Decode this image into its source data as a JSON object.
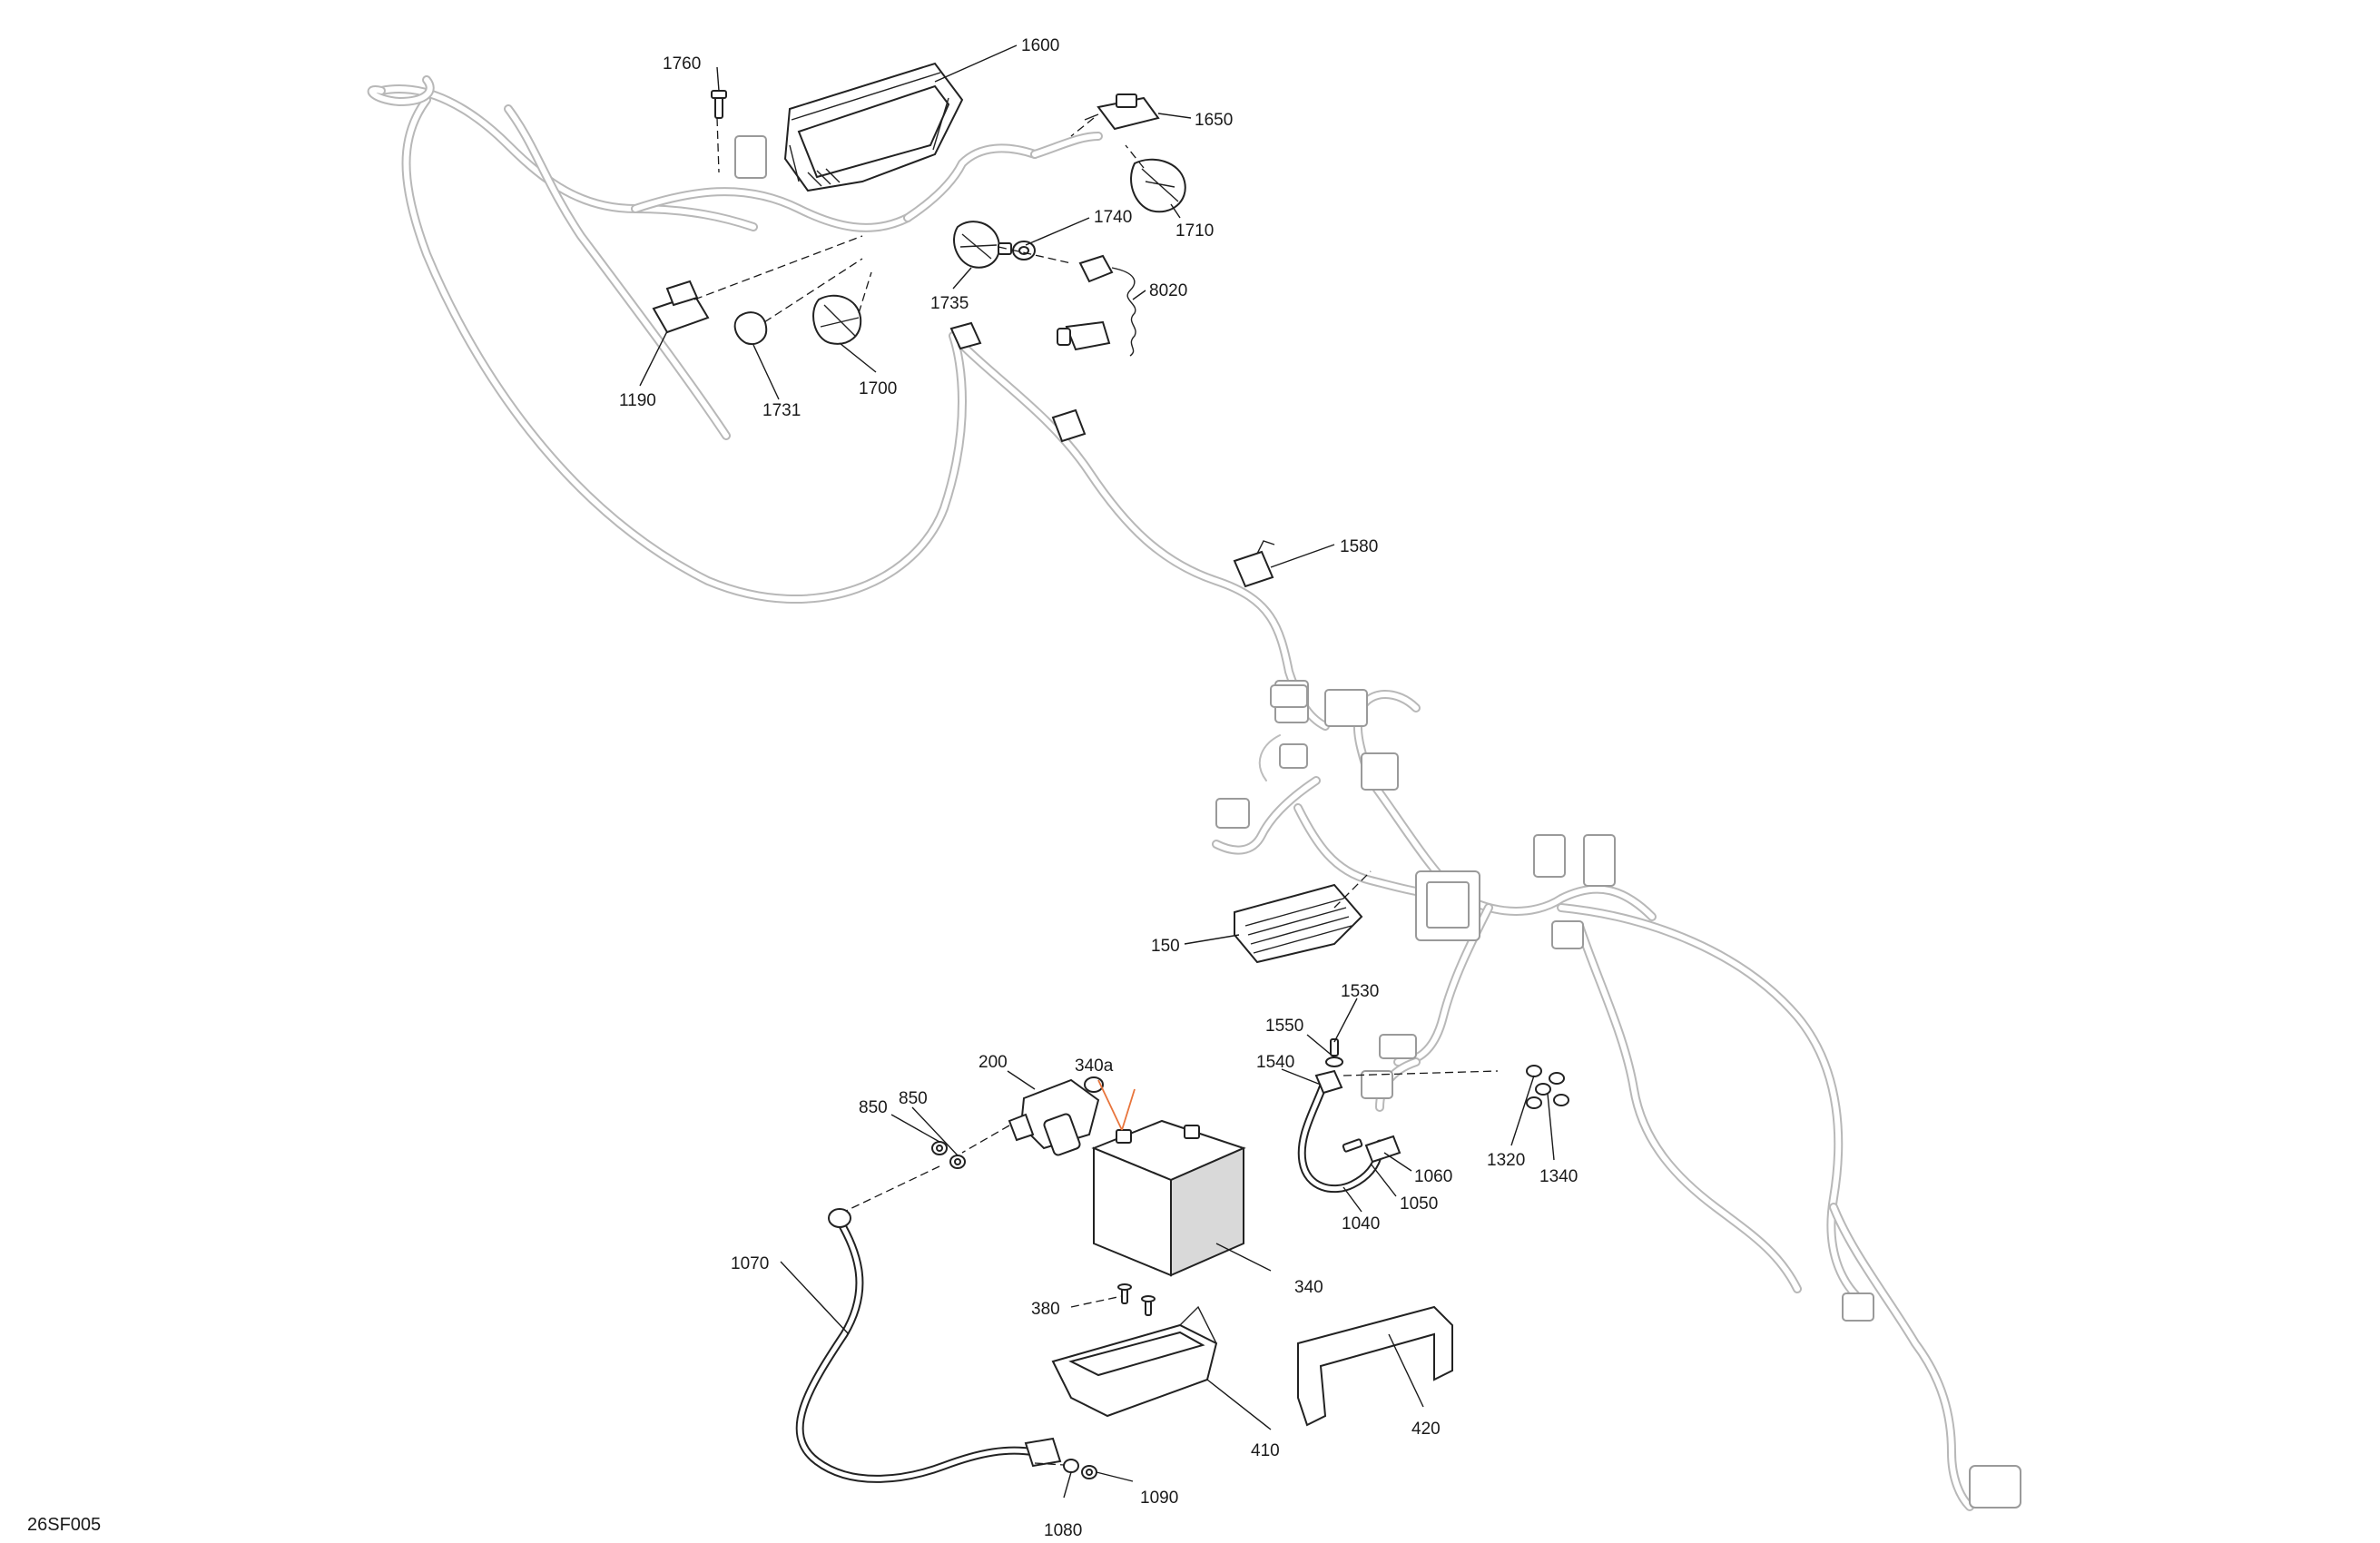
{
  "drawing": {
    "reference_code": "26SF005"
  },
  "callouts": [
    {
      "id": "c1760",
      "label": "1760"
    },
    {
      "id": "c1600",
      "label": "1600"
    },
    {
      "id": "c1650",
      "label": "1650"
    },
    {
      "id": "c1710",
      "label": "1710"
    },
    {
      "id": "c1740",
      "label": "1740"
    },
    {
      "id": "c8020",
      "label": "8020"
    },
    {
      "id": "c1735",
      "label": "1735"
    },
    {
      "id": "c1190",
      "label": "1190"
    },
    {
      "id": "c1731",
      "label": "1731"
    },
    {
      "id": "c1700",
      "label": "1700"
    },
    {
      "id": "c1580",
      "label": "1580"
    },
    {
      "id": "c150",
      "label": "150"
    },
    {
      "id": "c1530",
      "label": "1530"
    },
    {
      "id": "c1550",
      "label": "1550"
    },
    {
      "id": "c1540",
      "label": "1540"
    },
    {
      "id": "c1060",
      "label": "1060"
    },
    {
      "id": "c1050",
      "label": "1050"
    },
    {
      "id": "c1040",
      "label": "1040"
    },
    {
      "id": "c1320",
      "label": "1320"
    },
    {
      "id": "c1340",
      "label": "1340"
    },
    {
      "id": "c200",
      "label": "200"
    },
    {
      "id": "c340a",
      "label": "340a",
      "color": "#e8743b"
    },
    {
      "id": "c850a",
      "label": "850"
    },
    {
      "id": "c850b",
      "label": "850"
    },
    {
      "id": "c340",
      "label": "340"
    },
    {
      "id": "c1070",
      "label": "1070"
    },
    {
      "id": "c380",
      "label": "380"
    },
    {
      "id": "c410",
      "label": "410"
    },
    {
      "id": "c420",
      "label": "420"
    },
    {
      "id": "c1080",
      "label": "1080"
    },
    {
      "id": "c1090",
      "label": "1090"
    }
  ]
}
